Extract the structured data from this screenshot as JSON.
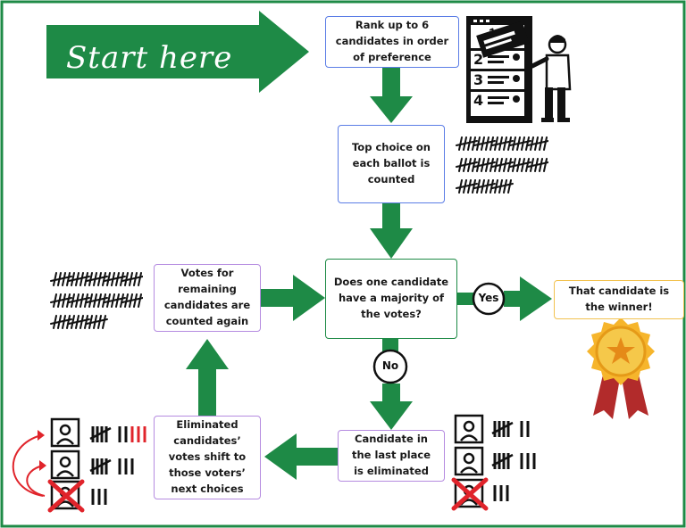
{
  "start_label": "Start here",
  "steps": {
    "rank": "Rank up to 6 candidates in order of preference",
    "top_choice": "Top choice on each ballot is counted",
    "majority": "Does one candidate have a majority of the votes?",
    "winner": "That candidate is the winner!",
    "last_place": "Candidate in the last place is eliminated",
    "shift": "Eliminated candidates’ votes shift to those voters’ next choices",
    "recount": "Votes for remaining candidates are counted again"
  },
  "branches": {
    "yes": "Yes",
    "no": "No"
  },
  "ballot_numbers": [
    "1",
    "2",
    "3",
    "4"
  ],
  "colors": {
    "green": "#1e8a46",
    "blue_border": "#5b7de6",
    "purple_border": "#b58be0",
    "gold_border": "#f2c250",
    "red": "#e0242b"
  },
  "icons": [
    "ballot-icon",
    "voter-person-icon",
    "award-ribbon-icon",
    "candidate-icon"
  ]
}
